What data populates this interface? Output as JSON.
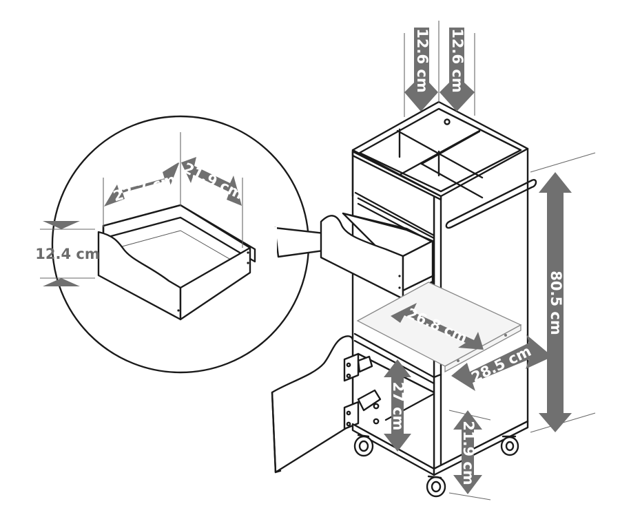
{
  "dimensions": {
    "compartment_width_left": "12.6 cm",
    "compartment_width_right": "12.6 cm",
    "drawer_width": "23.7 cm",
    "drawer_depth": "21.9 cm",
    "drawer_height": "12.4 cm",
    "total_height": "80.5 cm",
    "shelf_width": "26.8 cm",
    "shelf_depth": "28.5 cm",
    "cabinet_height": "27 cm",
    "base_height": "21.9 cm"
  },
  "colors": {
    "dimension_arrow": "#707070",
    "line": "#1a1a1a"
  }
}
